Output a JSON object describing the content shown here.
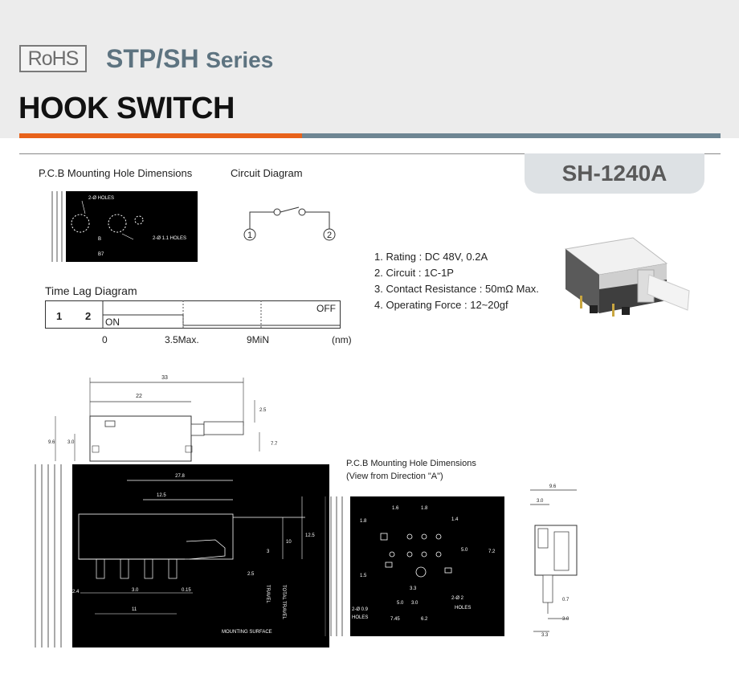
{
  "header": {
    "rohs_badge": "RoHS",
    "series_name": "STP/SH",
    "series_suffix": "Series",
    "category_title": "HOOK SWITCH",
    "model": "SH-1240A"
  },
  "sections": {
    "pcb_title": "P.C.B Mounting Hole Dimensions",
    "circuit_title": "Circuit Diagram",
    "time_lag_title": "Time Lag Diagram",
    "pcb_view_title_line1": "P.C.B Mounting Hole Dimensions",
    "pcb_view_title_line2": "(View from Direction \"A\")"
  },
  "circuit": {
    "terminal_1": "1",
    "terminal_2": "2"
  },
  "time_lag": {
    "col_1": "1",
    "col_2": "2",
    "state_on": "ON",
    "state_off": "OFF",
    "tick_0": "0",
    "tick_1": "3.5Max.",
    "tick_2": "9MiN",
    "unit": "(nm)"
  },
  "specs": [
    "1. Rating : DC 48V, 0.2A",
    "2. Circuit : 1C-1P",
    "3. Contact Resistance : 50mΩ Max.",
    "4. Operating Force : 12~20gf"
  ],
  "small_pcb_labels": {
    "top": "2-Ø HOLES",
    "right": "2-Ø 1.1 HOLES",
    "bottom": "B7",
    "mid": "B"
  },
  "top_view_dims": {
    "overall": "33",
    "body": "22",
    "plunger": "2.5",
    "height": "9.6",
    "height_inner": "3.0",
    "offset": "7.7"
  },
  "side_view_dims": {
    "d_27_8": "27.8",
    "d_12_5": "12.5",
    "d_10": "10",
    "d_12_5b": "12.5",
    "d_3": "3",
    "d_2_5": "2.5",
    "d_3_0": "3.0",
    "d_0_15": "0.15",
    "d_2_4": "2.4",
    "d_11": "11",
    "travel": "TRAVEL",
    "total_travel": "TOTAL TRAVEL",
    "mounting_surface": "MOUNTING SURFACE"
  },
  "hole_dims": {
    "d_1_6": "1.6",
    "d_1_8": "1.8",
    "d_1_8b": "1.8",
    "d_1_4": "1.4",
    "d_5_0": "5.0",
    "d_7_2": "7.2",
    "d_1_5": "1.5",
    "d_3_3": "3.3",
    "d_5_0b": "5.0",
    "d_3_0": "3.0",
    "d_7_45": "7.45",
    "d_6_2": "6.2",
    "holes_a": "2-Ø 0.9",
    "holes_a2": "HOLES",
    "holes_b": "2-Ø 2",
    "holes_b2": "HOLES"
  },
  "end_view_dims": {
    "width": "9.6",
    "d_3_0": "3.0",
    "d_0_7": "0.7",
    "d_3_0b": "3.0",
    "d_3_3": "3.3"
  }
}
